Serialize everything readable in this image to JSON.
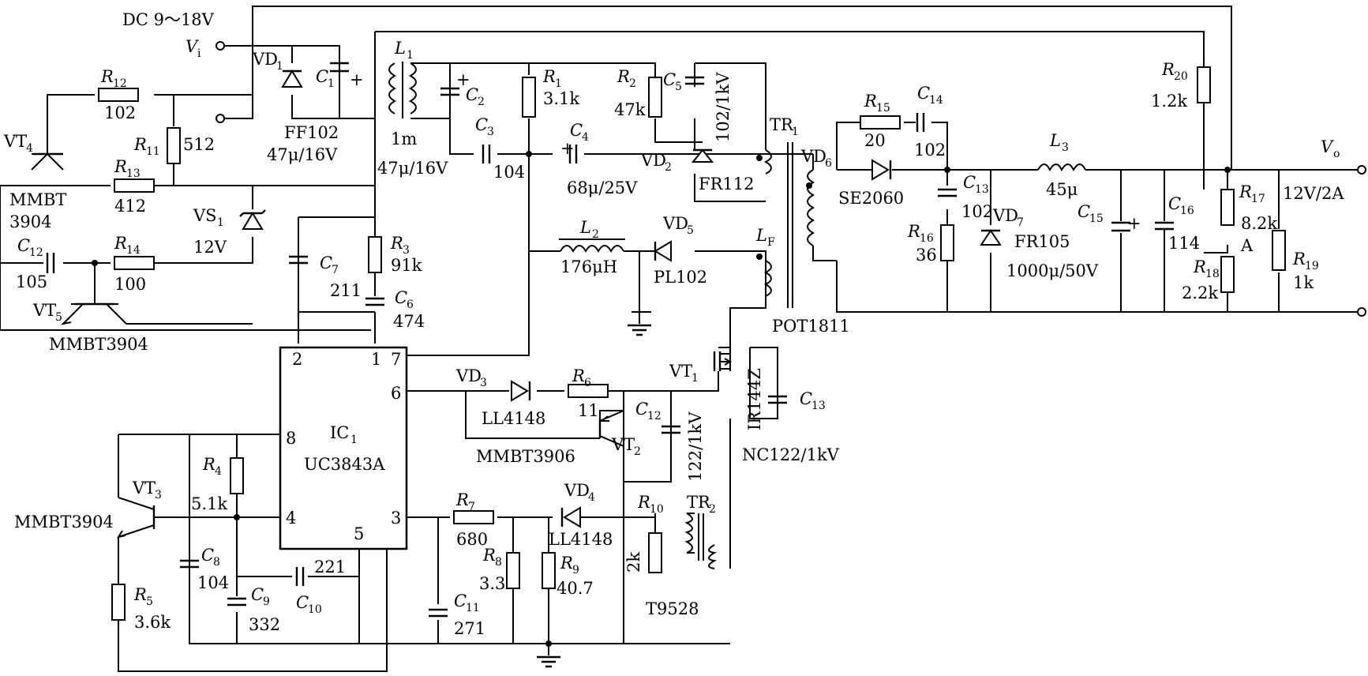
{
  "supply": {
    "range": "DC 9～18V",
    "vin": "V",
    "vin_sub": "i"
  },
  "output": {
    "vout": "V",
    "vout_sub": "o",
    "rating": "12V/2A",
    "point_a": "A"
  },
  "ic": {
    "name": "IC",
    "name_sub": "1",
    "part": "UC3843A",
    "pins": {
      "p1": "1",
      "p2": "2",
      "p3": "3",
      "p4": "4",
      "p5": "5",
      "p6": "6",
      "p7": "7",
      "p8": "8"
    }
  },
  "parts": {
    "r12": {
      "ref": "R",
      "sub": "12",
      "value": "102"
    },
    "r11": {
      "ref": "R",
      "sub": "11",
      "value": "512"
    },
    "r13": {
      "ref": "R",
      "sub": "13",
      "value": "412"
    },
    "r14": {
      "ref": "R",
      "sub": "14",
      "value": "100"
    },
    "c12a": {
      "ref": "C",
      "sub": "12",
      "value": "105"
    },
    "vt4": {
      "ref": "VT",
      "sub": "4",
      "value": "MMBT",
      "value2": "3904"
    },
    "vt5": {
      "ref": "VT",
      "sub": "5",
      "value": "MMBT3904"
    },
    "vd1": {
      "ref": "VD",
      "sub": "1",
      "value": "FF102"
    },
    "c1": {
      "ref": "C",
      "sub": "1",
      "value": "47μ/16V"
    },
    "vs1": {
      "ref": "VS",
      "sub": "1",
      "value": "12V"
    },
    "l1": {
      "ref": "L",
      "sub": "1",
      "value": "1m"
    },
    "c2": {
      "ref": "C",
      "sub": "2",
      "value": "47μ/16V"
    },
    "c3": {
      "ref": "C",
      "sub": "3",
      "value": "104"
    },
    "r1": {
      "ref": "R",
      "sub": "1",
      "value": "3.1k"
    },
    "c4": {
      "ref": "C",
      "sub": "4",
      "value": "68μ/25V"
    },
    "r2": {
      "ref": "R",
      "sub": "2",
      "value": "47k"
    },
    "c5": {
      "ref": "C",
      "sub": "5",
      "value": "102/1kV"
    },
    "vd2": {
      "ref": "VD",
      "sub": "2",
      "value": "FR112"
    },
    "l2": {
      "ref": "L",
      "sub": "2",
      "value": "176μH"
    },
    "vd5": {
      "ref": "VD",
      "sub": "5",
      "value": "PL102"
    },
    "c7": {
      "ref": "C",
      "sub": "7",
      "value": "211"
    },
    "r3": {
      "ref": "R",
      "sub": "3",
      "value": "91k"
    },
    "c6": {
      "ref": "C",
      "sub": "6",
      "value": "474"
    },
    "tr1": {
      "ref": "TR",
      "sub": "1",
      "value": "POT1811"
    },
    "lf": {
      "ref": "L",
      "sub": "F"
    },
    "vd6": {
      "ref": "VD",
      "sub": "6",
      "value": "SE2060"
    },
    "r15": {
      "ref": "R",
      "sub": "15",
      "value": "20"
    },
    "c14": {
      "ref": "C",
      "sub": "14",
      "value": "102"
    },
    "c13": {
      "ref": "C",
      "sub": "13",
      "value": "102"
    },
    "r16": {
      "ref": "R",
      "sub": "16",
      "value": "36"
    },
    "vd7": {
      "ref": "VD",
      "sub": "7",
      "value": "FR105"
    },
    "l3": {
      "ref": "L",
      "sub": "3",
      "value": "45μ"
    },
    "c15": {
      "ref": "C",
      "sub": "15",
      "value": "1000μ/50V"
    },
    "c16": {
      "ref": "C",
      "sub": "16",
      "value": "114"
    },
    "r20": {
      "ref": "R",
      "sub": "20",
      "value": "1.2k"
    },
    "r17": {
      "ref": "R",
      "sub": "17",
      "value": "8.2k"
    },
    "r18": {
      "ref": "R",
      "sub": "18",
      "value": "2.2k"
    },
    "r19": {
      "ref": "R",
      "sub": "19",
      "value": "1k"
    },
    "vd3": {
      "ref": "VD",
      "sub": "3",
      "value": "LL4148"
    },
    "r6": {
      "ref": "R",
      "sub": "6",
      "value": "11"
    },
    "vt1": {
      "ref": "VT",
      "sub": "1",
      "value": "IR144Z"
    },
    "c13b": {
      "ref": "C",
      "sub": "13",
      "value": "NC122/1kV"
    },
    "vt2": {
      "ref": "VT",
      "sub": "2",
      "value": "MMBT3906"
    },
    "c12b": {
      "ref": "C",
      "sub": "12",
      "value": "122/1kV"
    },
    "vt3": {
      "ref": "VT",
      "sub": "3",
      "value": "MMBT3904"
    },
    "r4": {
      "ref": "R",
      "sub": "4",
      "value": "5.1k"
    },
    "c8": {
      "ref": "C",
      "sub": "8",
      "value": "104"
    },
    "c9": {
      "ref": "C",
      "sub": "9",
      "value": "332"
    },
    "c10": {
      "ref": "C",
      "sub": "10",
      "value": "221"
    },
    "r5": {
      "ref": "R",
      "sub": "5",
      "value": "3.6k"
    },
    "r7": {
      "ref": "R",
      "sub": "7",
      "value": "680"
    },
    "vd4": {
      "ref": "VD",
      "sub": "4",
      "value": "LL4148"
    },
    "r8": {
      "ref": "R",
      "sub": "8",
      "value": "3.3"
    },
    "r9": {
      "ref": "R",
      "sub": "9",
      "value": "40.7"
    },
    "c11": {
      "ref": "C",
      "sub": "11",
      "value": "271"
    },
    "r10": {
      "ref": "R",
      "sub": "10",
      "value": "2k"
    },
    "tr2": {
      "ref": "TR",
      "sub": "2",
      "value": "T9528"
    }
  }
}
